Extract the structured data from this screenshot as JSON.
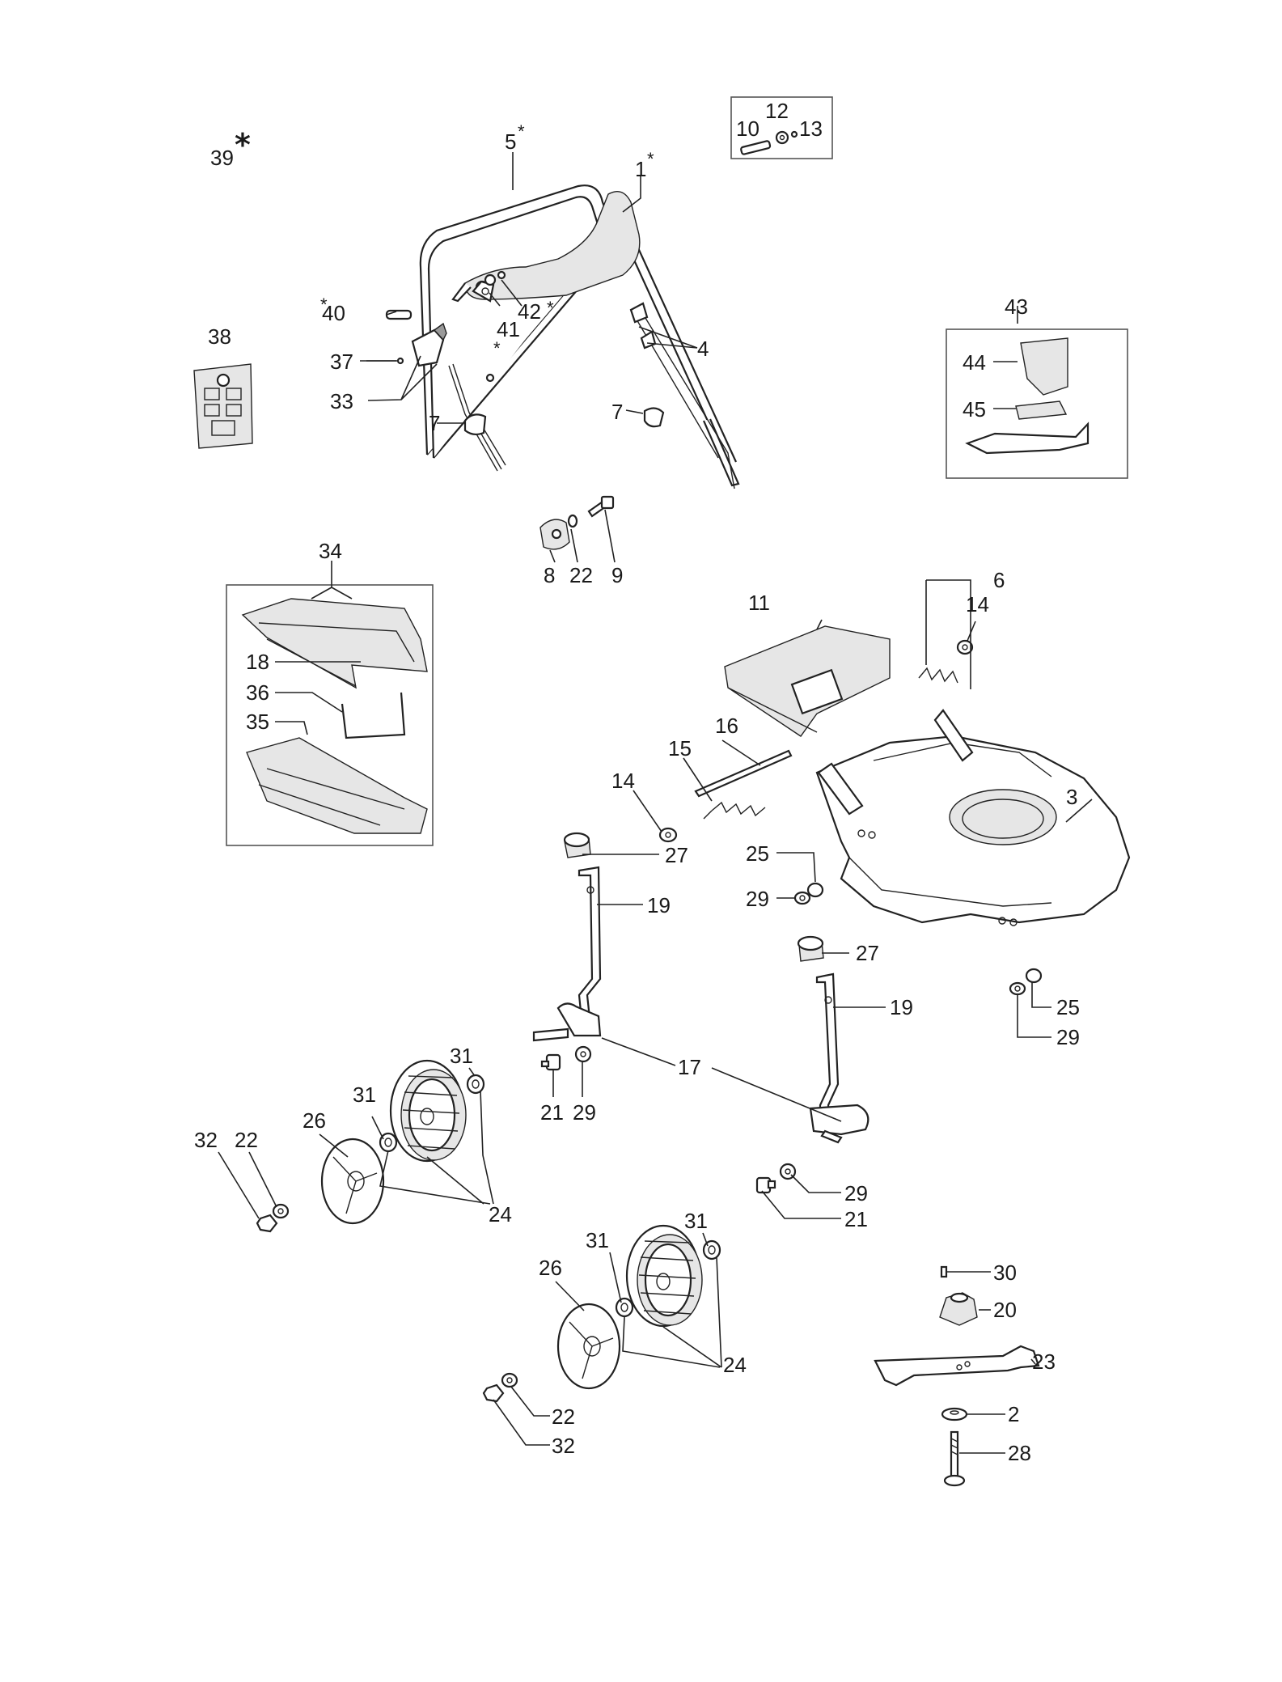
{
  "labels": {
    "p1": "1",
    "p2": "2",
    "p3": "3",
    "p4": "4",
    "p5": "5",
    "p6": "6",
    "p7a": "7",
    "p7b": "7",
    "p8": "8",
    "p9": "9",
    "p10": "10",
    "p11": "11",
    "p12": "12",
    "p13": "13",
    "p14a": "14",
    "p14b": "14",
    "p15": "15",
    "p16": "16",
    "p17": "17",
    "p18": "18",
    "p19a": "19",
    "p19b": "19",
    "p20": "20",
    "p21a": "21",
    "p21b": "21",
    "p22a": "22",
    "p22b": "22",
    "p22c": "22",
    "p23": "23",
    "p24a": "24",
    "p24b": "24",
    "p25a": "25",
    "p25b": "25",
    "p26a": "26",
    "p26b": "26",
    "p27a": "27",
    "p27b": "27",
    "p28": "28",
    "p29a": "29",
    "p29b": "29",
    "p29c": "29",
    "p29d": "29",
    "p30": "30",
    "p31a": "31",
    "p31b": "31",
    "p31c": "31",
    "p31d": "31",
    "p32a": "32",
    "p32b": "32",
    "p33": "33",
    "p34": "34",
    "p35": "35",
    "p36": "36",
    "p37": "37",
    "p38": "38",
    "p39": "39",
    "p40": "40",
    "p41": "41",
    "p42": "42",
    "p43": "43",
    "p44": "44",
    "p45": "45"
  },
  "asterisk": "*",
  "colors": {
    "line": "#222222",
    "background": "#ffffff"
  }
}
